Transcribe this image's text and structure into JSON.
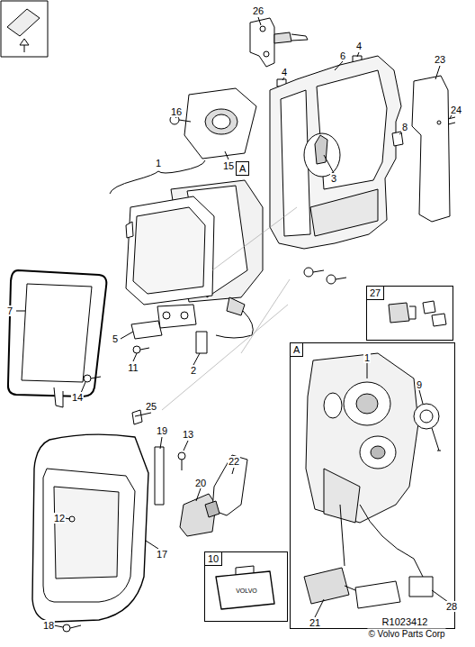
{
  "diagram": {
    "nodes": [
      {
        "text": [
          "A"
        ]
      },
      {
        "text": [
          "A"
        ]
      },
      {
        "text": [
          "27"
        ]
      },
      {
        "text": [
          "10"
        ]
      }
    ],
    "labels": [
      "26",
      "4",
      "6",
      "23",
      "24",
      "4",
      "8",
      "16",
      "15",
      "3",
      "1",
      "7",
      "5",
      "11",
      "2",
      "14",
      "25",
      "19",
      "13",
      "22",
      "12",
      "20",
      "17",
      "18",
      "1",
      "9",
      "21",
      "28",
      "VOLVO",
      "R1023412",
      "© Volvo Parts Corp"
    ]
  }
}
